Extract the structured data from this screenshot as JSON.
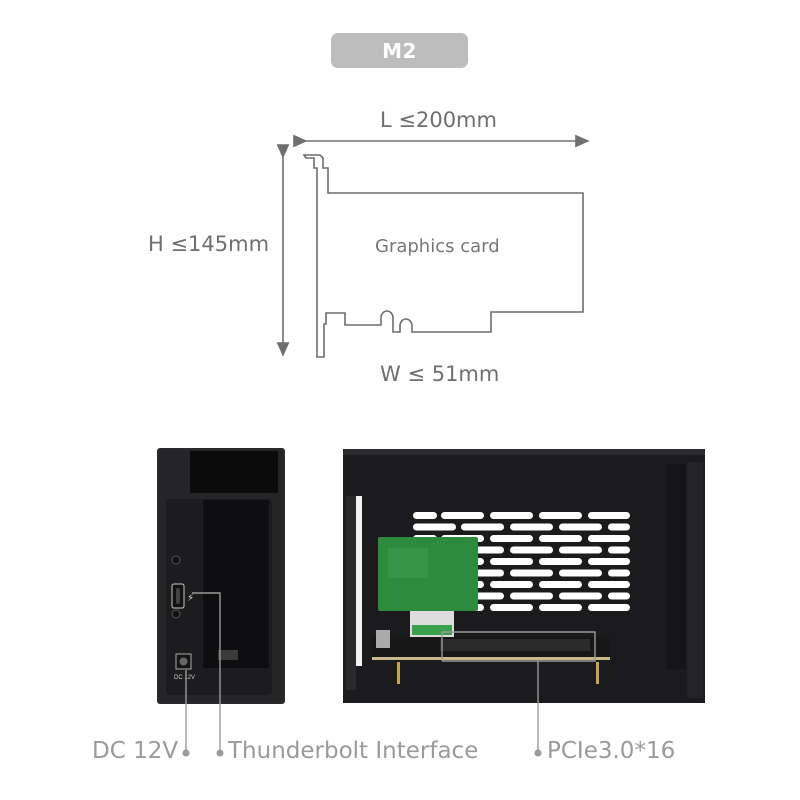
{
  "model_badge": "M2",
  "dimensions": {
    "length": "L ≤200mm",
    "height": "H ≤145mm",
    "width": "W ≤ 51mm"
  },
  "card_label": "Graphics card",
  "callouts": [
    {
      "id": "dc",
      "label": "DC 12V"
    },
    {
      "id": "thunderbolt",
      "label": "Thunderbolt Interface"
    },
    {
      "id": "pcie",
      "label": "PCIe3.0*16"
    }
  ],
  "port_text": {
    "dc_port": "DC 12V"
  },
  "colors": {
    "badge": "#bdbdbd",
    "line": "#707070",
    "enclosure": "#1f1f21",
    "pcb_green": "#2e8b3e",
    "vent": "#ffffff"
  }
}
